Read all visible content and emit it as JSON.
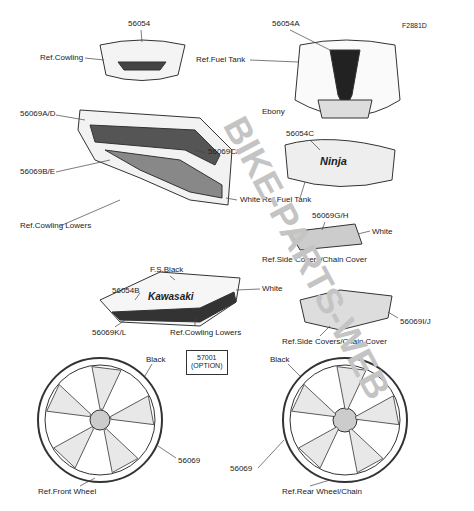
{
  "diagram": {
    "nodes": [
      {
        "text": [
          "57001",
          "(OPTION)"
        ]
      }
    ],
    "labels": [
      "56054",
      "Ref.Cowling",
      "56054A",
      "F2881D",
      "Ref.Fuel Tank",
      "Ebony",
      "56069A/D",
      "56069C/F",
      "56054C",
      "Ninja",
      "Ref.Fuel Tank",
      "56069B/E",
      "56069G/H",
      "White",
      "White",
      "Ref.Cowling Lowers",
      "Ref.Side Covers/Chain Cover",
      "F.S.Black",
      "White",
      "56054B",
      "Kawasaki",
      "56069I/J",
      "56069K/L",
      "Ref.Cowling Lowers",
      "Ref.Side Covers/Chain Cover",
      "Black",
      "Black",
      "56069",
      "56069",
      "Ref.Front Wheel",
      "Ref.Rear Wheel/Chain",
      "BIKE-PARTS-WEB"
    ]
  }
}
